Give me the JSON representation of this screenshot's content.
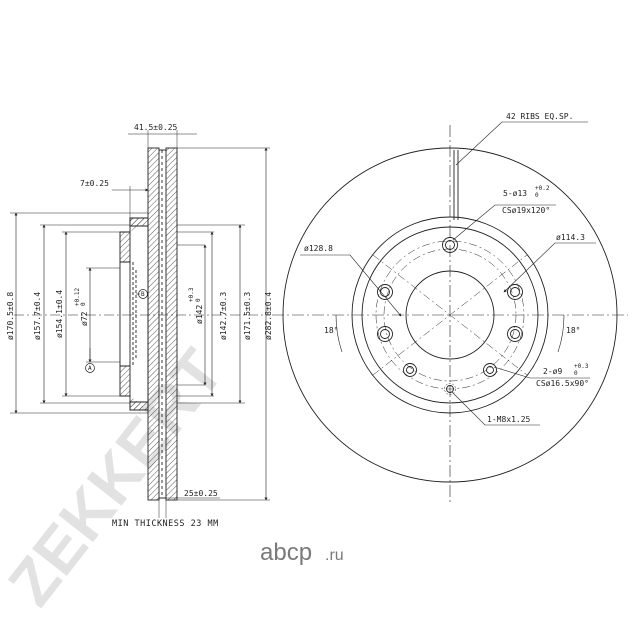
{
  "watermark": {
    "text": "ZEKKERT",
    "color": "#d4d4d4"
  },
  "brand": {
    "text": "abcp",
    "suffix": ".ru",
    "color": "#7a7a7a"
  },
  "side_view": {
    "overall_width": "41.5±0.25",
    "hat_width": "7±0.25",
    "vent_width": "25±0.25",
    "diameters": {
      "d170": "ø170.5±0.8",
      "d157": "ø157.7±0.4",
      "d154": "ø154.1±0.4",
      "d72": "ø72",
      "d72_tol": "+0.12",
      "d72_tol_lower": "0",
      "d142a": "ø142",
      "d142a_tol": "+0.3",
      "d142a_tol_lower": "0",
      "d142b": "ø142.7±0.3",
      "d171": "ø171.5±0.3",
      "d282": "ø282.8±0.4"
    },
    "datum_a": "A",
    "datum_b": "B",
    "min_thickness": "MIN THICKNESS 23 MM"
  },
  "front_view": {
    "ribs": "42 RIBS EQ.SP.",
    "bolt_holes": "5-ø13",
    "bolt_holes_tol": "+0.2",
    "bolt_holes_tol_lower": "0",
    "bolt_cs": "CSø19x120°",
    "pcd_outer": "ø128.8",
    "pcd_inner": "ø114.3",
    "angle_left": "18°",
    "angle_right": "18°",
    "pin_holes": "2-ø9",
    "pin_holes_tol": "+0.3",
    "pin_holes_tol_lower": "0",
    "pin_cs": "CSø16.5x90°",
    "thread": "1-M8x1.25"
  }
}
